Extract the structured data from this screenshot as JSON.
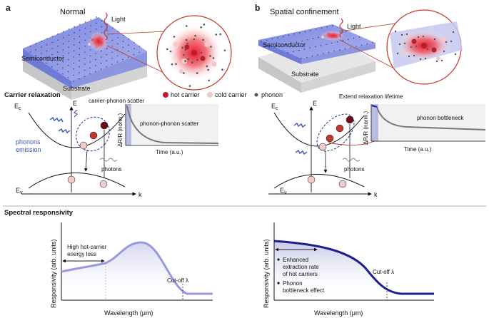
{
  "panel_a": {
    "label": "a",
    "title": "Normal",
    "light": "Light",
    "semiconductor": "Semiconductor",
    "substrate": "Substrate"
  },
  "panel_b": {
    "label": "b",
    "title": "Spatial confinement",
    "light": "Light",
    "semiconductor": "Semiconductor",
    "substrate": "Substrate"
  },
  "legend": {
    "hot": "hot carrier",
    "cold": "cold carrier",
    "phonon": "phonon"
  },
  "colors": {
    "hot": "#b81e2d",
    "cold": "#f2c9c9",
    "phonon": "#555555",
    "semiconductor_top": "#8b95e6",
    "substrate": "#d9d9d9",
    "curve_normal": "#9a98dc",
    "curve_confined": "#1c1f8f",
    "decay": "#777777"
  },
  "relaxation": {
    "section": "Carrier relaxation",
    "ec": "E",
    "ec_sub": "c",
    "ev": "E",
    "ev_sub": "v",
    "e_axis": "E",
    "k_axis": "k",
    "left": {
      "scatter_label": "carrier-phonon scatter",
      "phonons_line1": "phonons",
      "phonons_line2": "emission",
      "photons": "photons",
      "inset_ylabel": "ΔR/R (norm.)",
      "inset_xlabel": "Time (a.u.)",
      "inset_annotation": "phonon-phonon scatter"
    },
    "right": {
      "lifetime_label": "Extend relaxation lifetime",
      "photons": "photons",
      "inset_ylabel": "ΔR/R (norm.)",
      "inset_xlabel": "Time (a.u.)",
      "inset_annotation": "phonon bottleneck"
    }
  },
  "responsivity": {
    "section": "Spectral responsivity",
    "left": {
      "ylabel": "Responsivity (arb. units)",
      "xlabel": "Wavelength (μm)",
      "loss_line1": "High hot-carrier",
      "loss_line2": "energy loss",
      "cutoff": "Cut-off λ"
    },
    "right": {
      "ylabel": "Responsivity (arb. units)",
      "xlabel": "Wavelength (μm)",
      "bullet1_line1": "Enhanced",
      "bullet1_line2": "extraction rate",
      "bullet1_line3": "of hot carriers",
      "bullet2_line1": "Phonon",
      "bullet2_line2": "bottleneck effect",
      "cutoff": "Cut-off λ"
    }
  }
}
